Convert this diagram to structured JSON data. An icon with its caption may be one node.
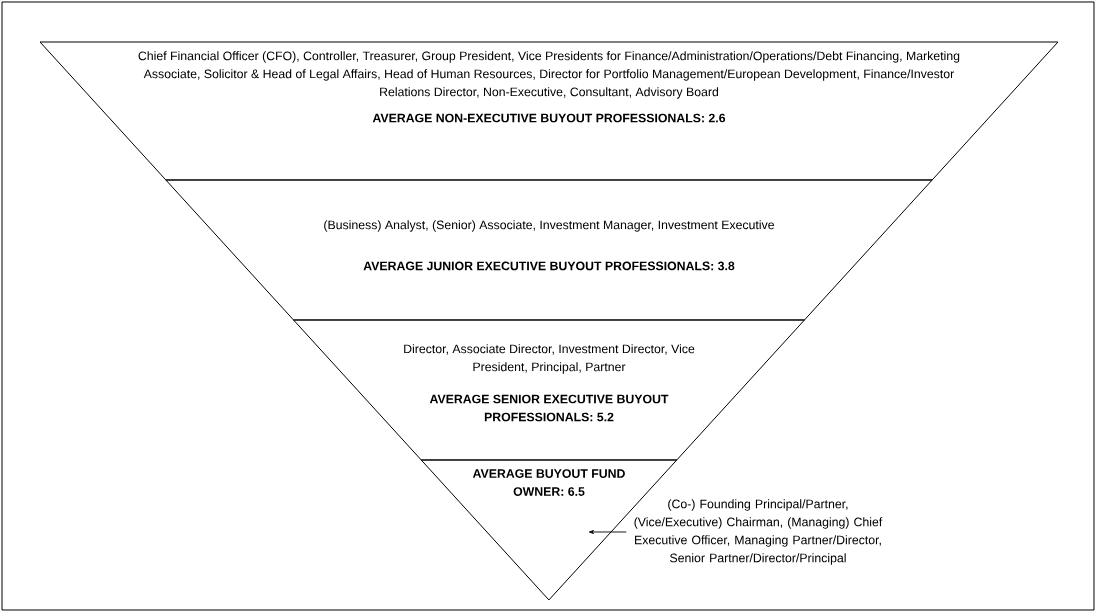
{
  "diagram": {
    "nodes": [
      {
        "text": [
          "Chief Financial Officer (CFO), Controller, Treasurer, Group President, Vice Presidents for Finance/Administration/Operations/Debt Financing, Marketing Associate, Solicitor & Head of Legal Affairs, Head of Human Resources, Director for Portfolio Management/European Development, Finance/Investor Relations Director, Non-Executive, Consultant, Advisory Board",
          "AVERAGE NON-EXECUTIVE BUYOUT PROFESSIONALS: 2.6"
        ]
      },
      {
        "text": [
          "(Business) Analyst, (Senior) Associate, Investment Manager, Investment Executive",
          "AVERAGE JUNIOR EXECUTIVE BUYOUT PROFESSIONALS: 3.8"
        ]
      },
      {
        "text": [
          "Director, Associate Director, Investment Director, Vice President, Principal, Partner",
          "AVERAGE SENIOR EXECUTIVE BUYOUT PROFESSIONALS: 5.2"
        ]
      },
      {
        "text": [
          "AVERAGE BUYOUT FUND OWNER: 6.5"
        ]
      },
      {
        "text": [
          "(Co-) Founding Principal/Partner, (Vice/Executive) Chairman, (Managing) Chief Executive Officer, Managing Partner/Director, Senior Partner/Director/Principal"
        ]
      }
    ],
    "edges": [
      {
        "from": 4,
        "to": 3,
        "arrow": "to"
      }
    ]
  }
}
